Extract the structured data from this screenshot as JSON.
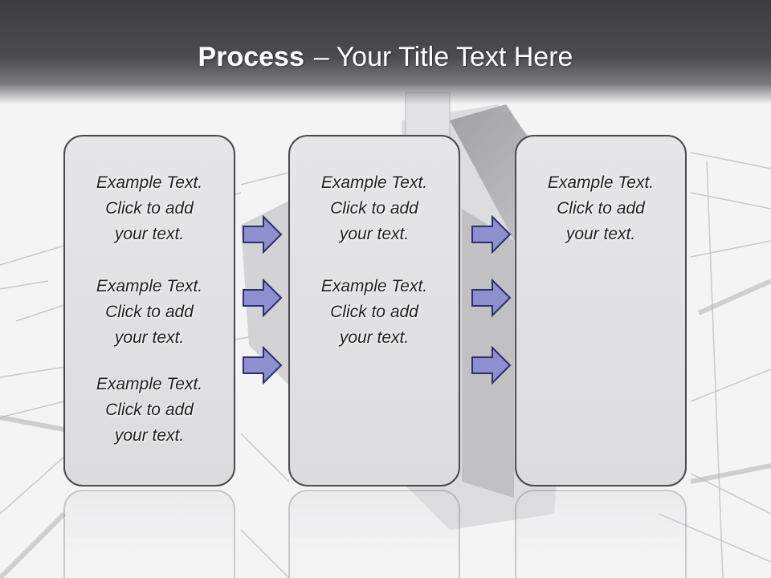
{
  "slide": {
    "title_bold": "Process",
    "title_rest": "– Your Title Text Here"
  },
  "columns": [
    {
      "blocks": [
        {
          "line1": "Example Text.",
          "line2": "Click  to add",
          "line3": "your text."
        },
        {
          "line1": "Example Text.",
          "line2": "Click  to add",
          "line3": "your text."
        },
        {
          "line1": "Example Text.",
          "line2": "Click  to add",
          "line3": "your text."
        }
      ]
    },
    {
      "blocks": [
        {
          "line1": "Example Text.",
          "line2": "Click  to add",
          "line3": "your text."
        },
        {
          "line1": "Example Text.",
          "line2": "Click  to add",
          "line3": "your text."
        }
      ]
    },
    {
      "blocks": [
        {
          "line1": "Example Text.",
          "line2": "Click  to add",
          "line3": "your text."
        }
      ]
    }
  ],
  "colors": {
    "arrow_fill": "#8d8fce",
    "arrow_stroke": "#2b2f6e",
    "box_border": "#4a4a4a",
    "title_bar": "#45454a"
  },
  "icons": {
    "arrow": "right-arrow-icon"
  }
}
